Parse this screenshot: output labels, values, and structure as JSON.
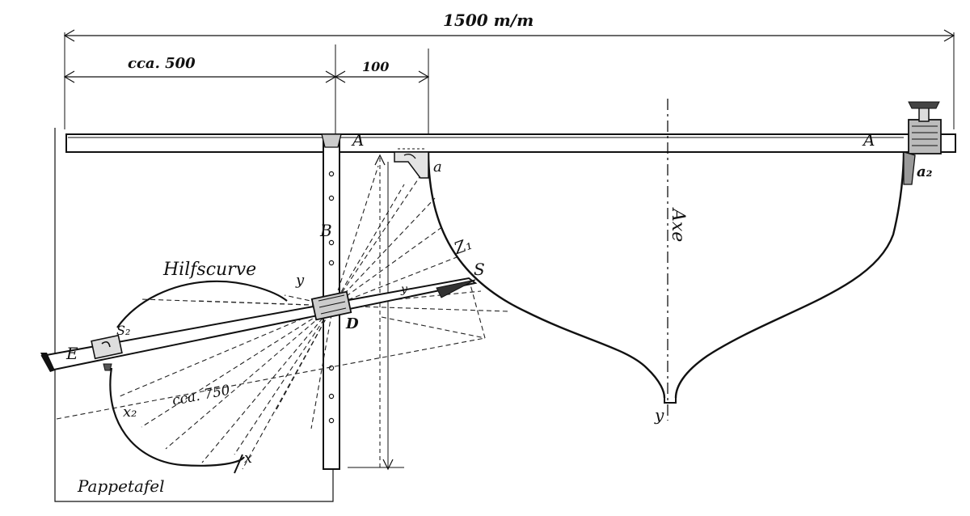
{
  "dimensions": {
    "overall": "1500 m/m",
    "left_span": "cca. 500",
    "offset": "100",
    "ray_length": "cca. 750"
  },
  "labels": {
    "A_left": "A",
    "A_right": "A",
    "a_upper": "a",
    "a2": "a₂",
    "B": "B",
    "D": "D",
    "E": "E",
    "S": "S",
    "S2": "S₂",
    "Z1": "Z₁",
    "x": "x",
    "x2": "x₂",
    "y_aux": "y",
    "y_keel": "y",
    "y_small": "y",
    "axis": "Axe",
    "aux_curve": "Hilfscurve",
    "board": "Pappetafel"
  }
}
